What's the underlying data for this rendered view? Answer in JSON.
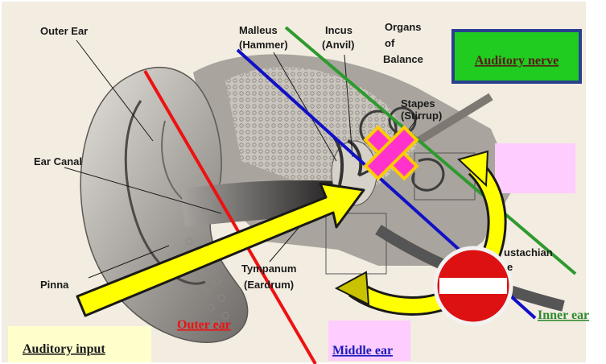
{
  "labels": {
    "outer_ear": "Outer Ear",
    "ear_canal": "Ear Canal",
    "pinna": "Pinna",
    "malleus": "Malleus",
    "hammer": "(Hammer)",
    "incus": "Incus",
    "anvil": "(Anvil)",
    "organs_1": "Organs",
    "organs_2": "of",
    "organs_3": "Balance",
    "stapes": "Stapes",
    "stirrup": "(Stirrup)",
    "tympanum": "Tympanum",
    "eardrum": "(Eardrum)",
    "eustachian_1": "ustachian",
    "eustachian_2": "e"
  },
  "boxes": {
    "auditory_nerve": "Auditory nerve",
    "auditory_input": "Auditory input"
  },
  "regions": {
    "outer_ear": "Outer ear",
    "middle_ear": "Middle ear",
    "inner_ear": "Inner ear"
  },
  "colors": {
    "background": "#f3ece1",
    "outer_line": "#ee1111",
    "middle_line": "#1010c8",
    "inner_line": "#2e9a2e",
    "arrow_fill": "#ffff00",
    "nerve_box_fill": "#1fcc1f",
    "nerve_box_border": "#2a3f8f",
    "input_box_fill": "#ffffcc",
    "pink_box": "#ffccff",
    "cross_fill": "#ff33cc",
    "no_entry_red": "#dd1111"
  },
  "icons": [
    "block-cross-icon",
    "no-entry-icon",
    "input-arrow-icon",
    "curved-arrow-icon"
  ]
}
